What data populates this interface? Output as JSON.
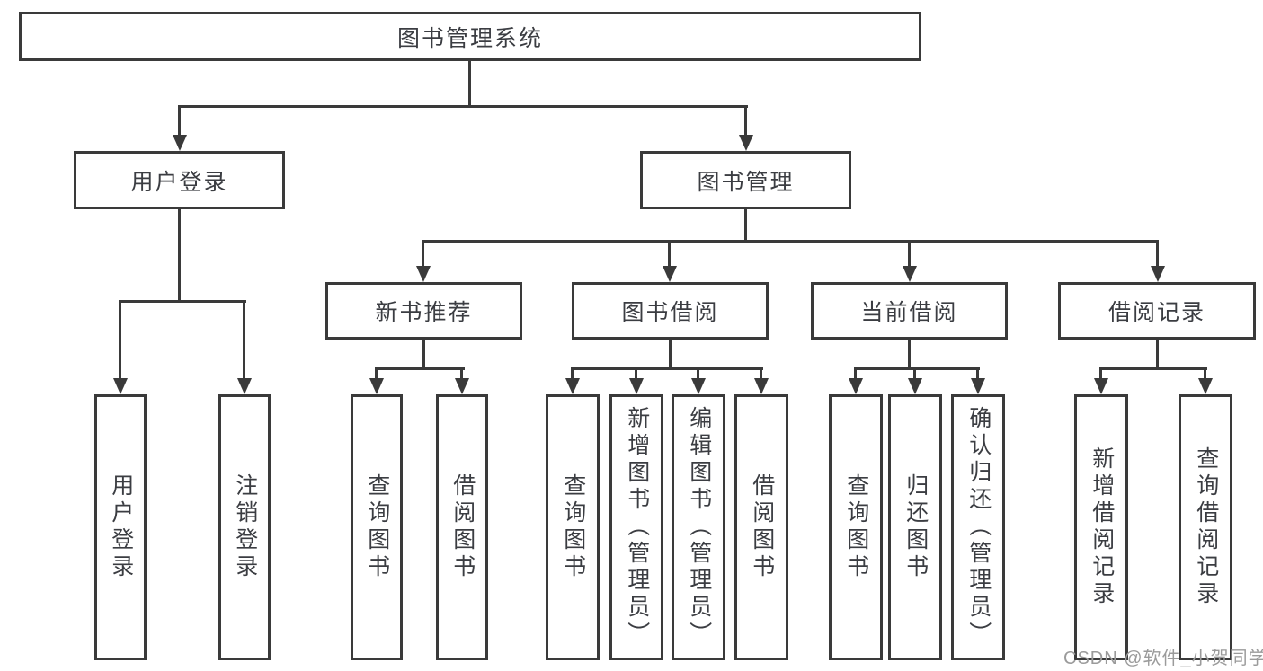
{
  "title": "图书管理系统",
  "watermark": "CSDN @软件_小贺同学",
  "colors": {
    "line": "#3a3a3a",
    "text": "#3b3d42",
    "watermark": "#9b9b9b",
    "background": "#ffffff"
  },
  "tree": {
    "root": {
      "label": "图书管理系统"
    },
    "branches": [
      {
        "label": "用户登录",
        "children": [
          {
            "label": "用户登录"
          },
          {
            "label": "注销登录"
          }
        ]
      },
      {
        "label": "图书管理",
        "children": [
          {
            "label": "新书推荐",
            "children": [
              {
                "label": "查询图书"
              },
              {
                "label": "借阅图书"
              }
            ]
          },
          {
            "label": "图书借阅",
            "children": [
              {
                "label": "查询图书"
              },
              {
                "label": "新增图书（管理员）"
              },
              {
                "label": "编辑图书（管理员）"
              },
              {
                "label": "借阅图书"
              }
            ]
          },
          {
            "label": "当前借阅",
            "children": [
              {
                "label": "查询图书"
              },
              {
                "label": "归还图书"
              },
              {
                "label": "确认归还（管理员）"
              }
            ]
          },
          {
            "label": "借阅记录",
            "children": [
              {
                "label": "新增借阅记录"
              },
              {
                "label": "查询借阅记录"
              }
            ]
          }
        ]
      }
    ]
  }
}
